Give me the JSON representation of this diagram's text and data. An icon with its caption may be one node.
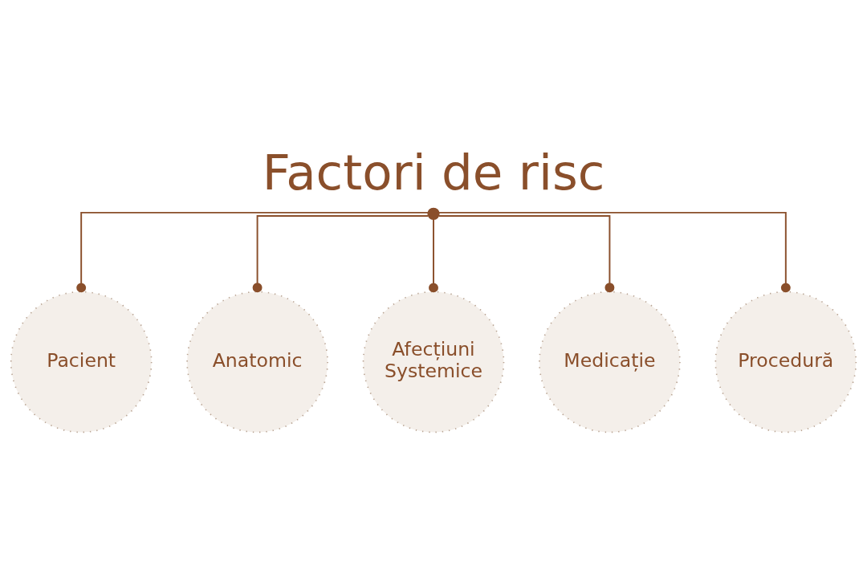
{
  "diagram": {
    "title": "Factori de risc",
    "nodes": [
      {
        "text": [],
        "shape": "circle"
      },
      {
        "text": [
          "Pacient"
        ]
      },
      {
        "text": [
          "Anatomic"
        ]
      },
      {
        "text": [
          "Afecțiuni Systemice"
        ]
      },
      {
        "text": [
          "Medicație"
        ]
      },
      {
        "text": [
          "Procedură"
        ]
      }
    ],
    "edges": [
      {
        "from": 0,
        "to": 1,
        "arrow": "other"
      },
      {
        "from": 0,
        "to": 2,
        "arrow": "other"
      },
      {
        "from": 0,
        "to": 3,
        "arrow": "other"
      },
      {
        "from": 0,
        "to": 4,
        "arrow": "other"
      },
      {
        "from": 0,
        "to": 5,
        "arrow": "other"
      }
    ]
  }
}
